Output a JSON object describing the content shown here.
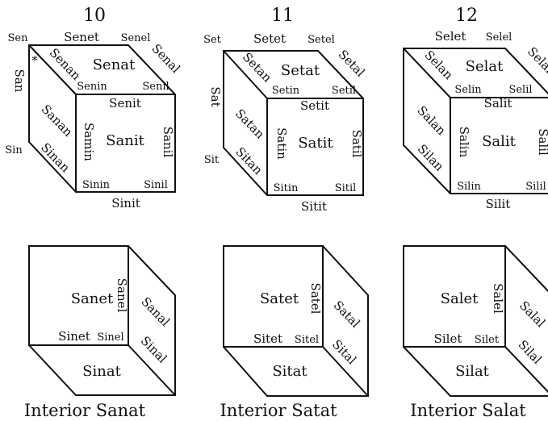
{
  "columns": [
    {
      "number": "10",
      "caption": "Interior Sanat",
      "outer": {
        "corner_top_left": "Sen",
        "top_edge": "Senet",
        "corner_top_right": "Senel",
        "left_edge": "San",
        "corner_bottom_left": "Sin",
        "star": "*",
        "face_top": "Senat",
        "edge_top_left": "Senan",
        "edge_top_right": "Senal",
        "inner_top_left": "Senin",
        "inner_top_right": "Senil",
        "edge_left_upper": "Sanan",
        "edge_left_lower": "Sinan",
        "front_top": "Senit",
        "front_left": "Samin",
        "front_center": "Sanit",
        "front_right": "Sanil",
        "front_bottom_left": "Sinin",
        "front_bottom_right": "Sinil",
        "bottom": "Sinit"
      },
      "interior": {
        "center": "Sanet",
        "vertical": "Sanel",
        "diag_upper": "Sanal",
        "bottom_left": "Sinet",
        "bottom_small": "Sinel",
        "diag_lower": "Sinal",
        "floor": "Sinat"
      }
    },
    {
      "number": "11",
      "caption": "Interior Satat",
      "outer": {
        "corner_top_left": "Set",
        "top_edge": "Setet",
        "corner_top_right": "Setel",
        "left_edge": "Sat",
        "corner_bottom_left": "Sit",
        "face_top": "Setat",
        "edge_top_left": "Setan",
        "edge_top_right": "Setal",
        "inner_top_left": "Setin",
        "inner_top_right": "Setil",
        "edge_left_upper": "Satan",
        "edge_left_lower": "Sitan",
        "front_top": "Setit",
        "front_left": "Satin",
        "front_center": "Satit",
        "front_right": "Satil",
        "front_bottom_left": "Sitin",
        "front_bottom_right": "Sitil",
        "bottom": "Sitit"
      },
      "interior": {
        "center": "Satet",
        "vertical": "Satel",
        "diag_upper": "Satal",
        "bottom_left": "Sitet",
        "bottom_small": "Sitel",
        "diag_lower": "Sital",
        "floor": "Sitat"
      }
    },
    {
      "number": "12",
      "caption": "Interior Salat",
      "outer": {
        "top_edge": "Selet",
        "corner_top_right": "Selel",
        "face_top": "Selat",
        "edge_top_left": "Selan",
        "edge_top_right": "Selal",
        "inner_top_left": "Selin",
        "inner_top_right": "Selil",
        "edge_left_upper": "Salan",
        "edge_left_lower": "Silan",
        "front_top": "Salit",
        "front_left": "Salin",
        "front_center": "Salit",
        "front_right": "Salil",
        "front_bottom_left": "Silin",
        "front_bottom_right": "Silil",
        "bottom": "Silit"
      },
      "interior": {
        "center": "Salet",
        "vertical": "Salel",
        "diag_upper": "Salal",
        "bottom_left": "Silet",
        "bottom_small": "Silet",
        "diag_lower": "Silal",
        "floor": "Silat"
      }
    }
  ]
}
